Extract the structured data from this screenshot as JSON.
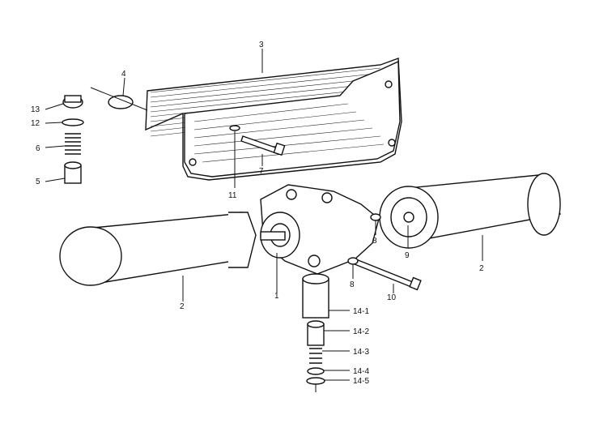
{
  "diagram": {
    "callouts": [
      {
        "id": "c3",
        "text": "3"
      },
      {
        "id": "c4",
        "text": "4"
      },
      {
        "id": "c13",
        "text": "13"
      },
      {
        "id": "c12",
        "text": "12"
      },
      {
        "id": "c6",
        "text": "6"
      },
      {
        "id": "c5",
        "text": "5"
      },
      {
        "id": "c7",
        "text": "7"
      },
      {
        "id": "c11",
        "text": "11"
      },
      {
        "id": "c8a",
        "text": "8"
      },
      {
        "id": "c9",
        "text": "9"
      },
      {
        "id": "c2r",
        "text": "2"
      },
      {
        "id": "c8b",
        "text": "8"
      },
      {
        "id": "c10",
        "text": "10"
      },
      {
        "id": "c1",
        "text": "1"
      },
      {
        "id": "c2l",
        "text": "2"
      },
      {
        "id": "c14_1",
        "text": "14-1"
      },
      {
        "id": "c14_2",
        "text": "14-2"
      },
      {
        "id": "c14_3",
        "text": "14-3"
      },
      {
        "id": "c14_4",
        "text": "14-4"
      },
      {
        "id": "c14_5",
        "text": "14-5"
      }
    ]
  }
}
